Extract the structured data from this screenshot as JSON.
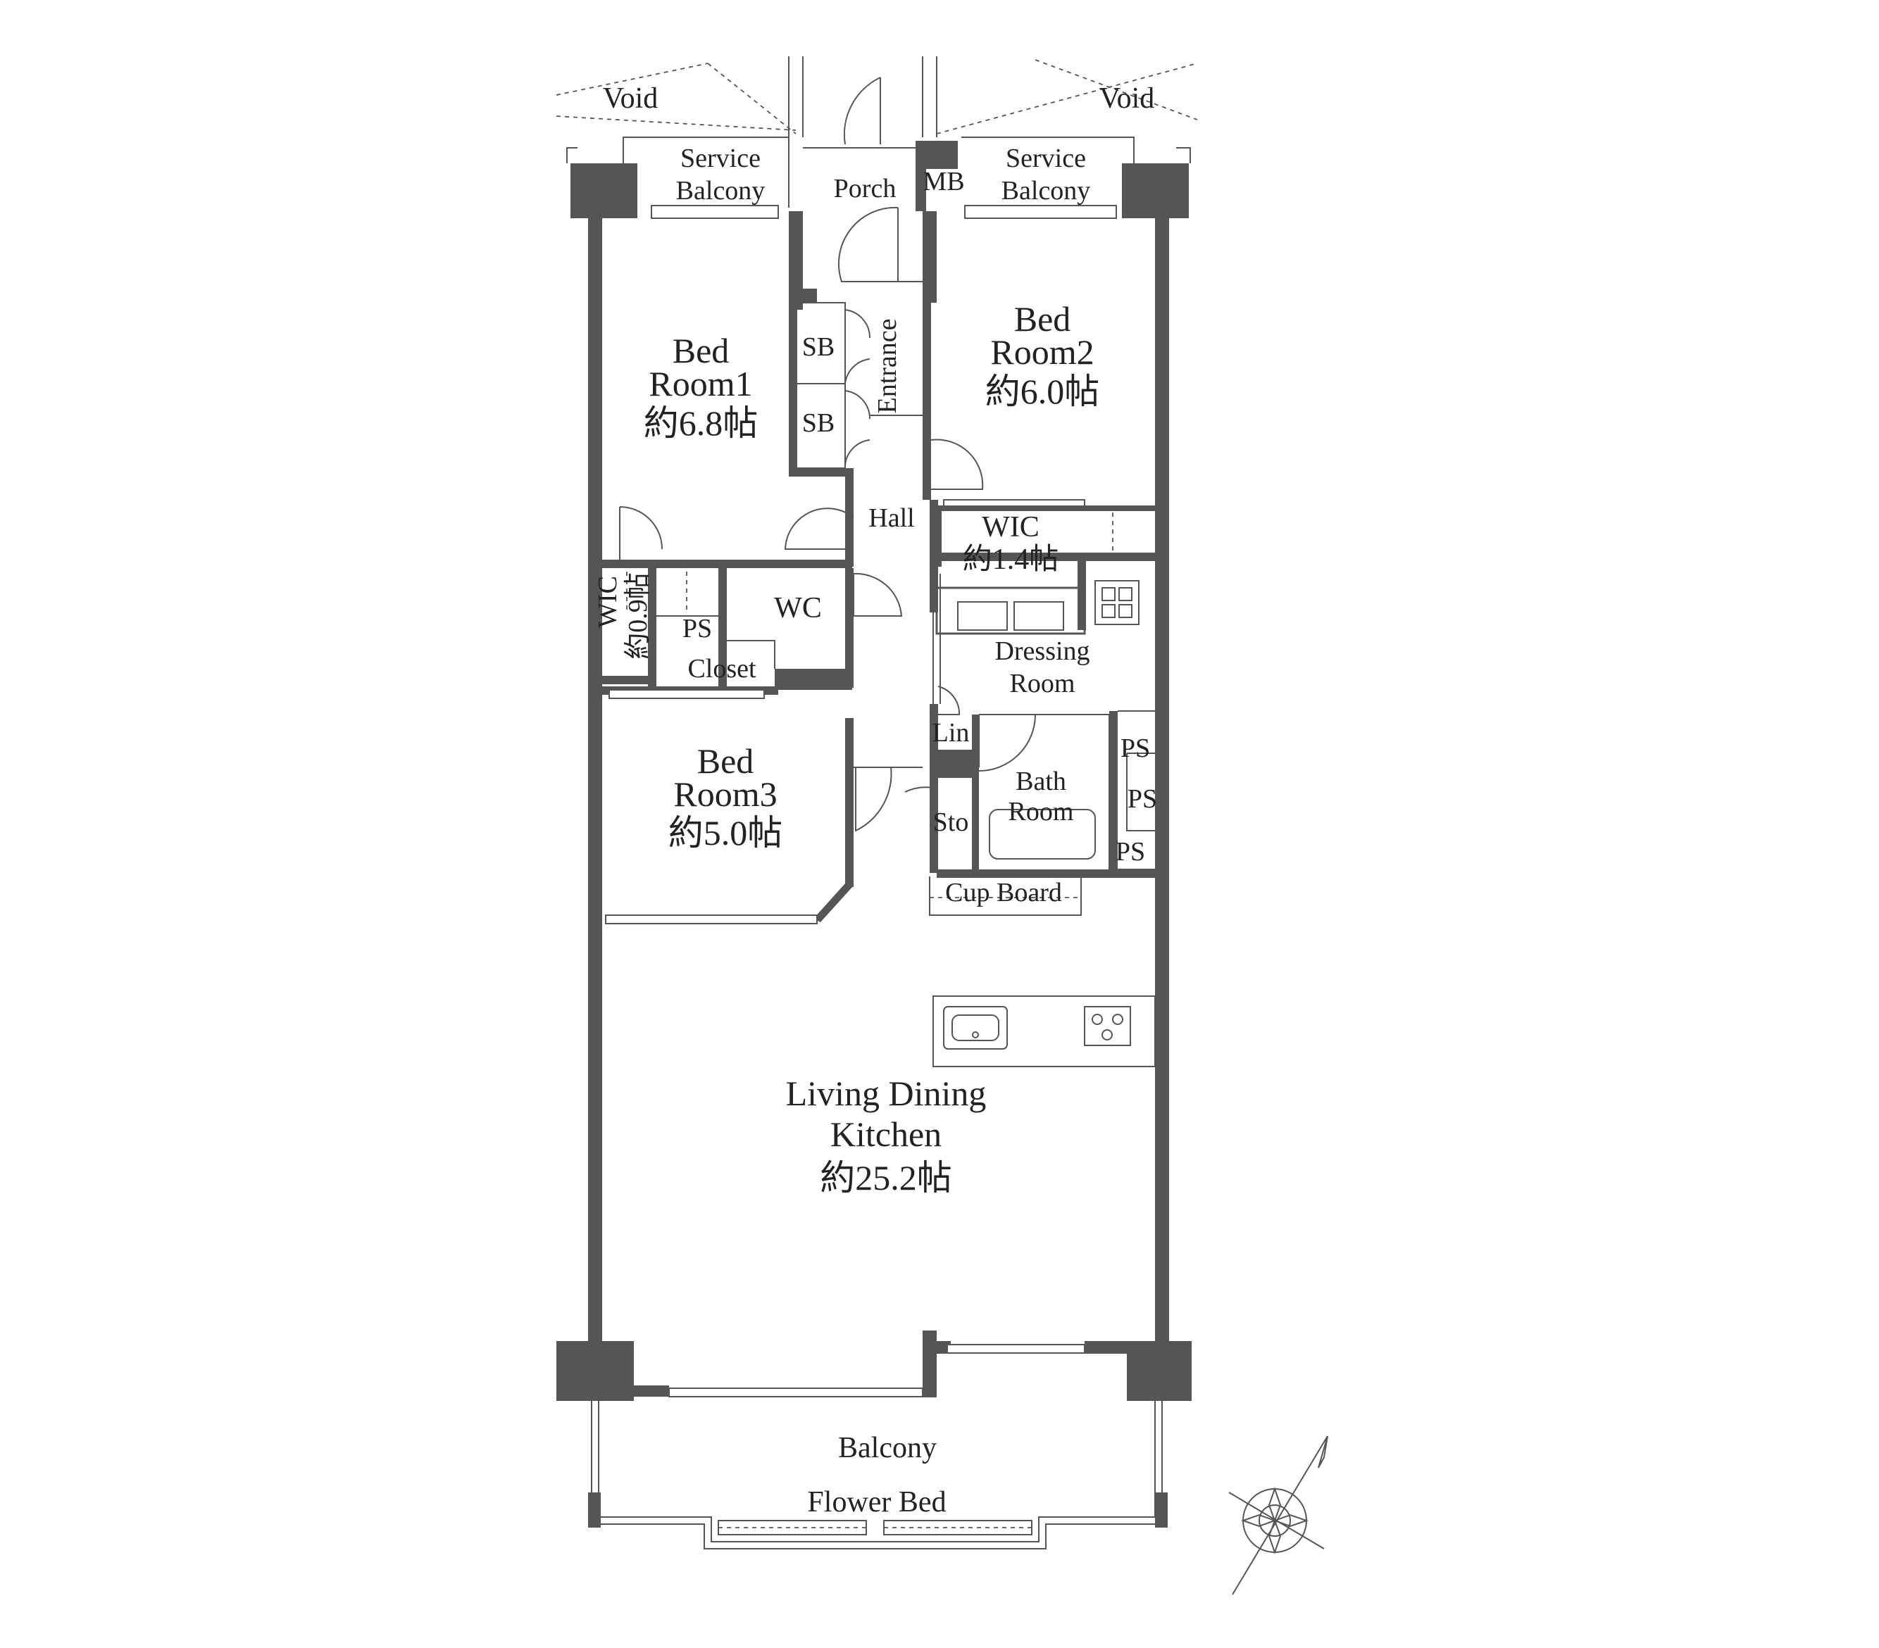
{
  "labels": {
    "void_left": "Void",
    "void_right": "Void",
    "service_balcony": [
      "Service",
      "Balcony"
    ],
    "porch": "Porch",
    "mb": "MB",
    "bedroom1": [
      "Bed",
      "Room1",
      "約6.8帖"
    ],
    "bedroom2": [
      "Bed",
      "Room2",
      "約6.0帖"
    ],
    "bedroom3": [
      "Bed",
      "Room3",
      "約5.0帖"
    ],
    "sb": "SB",
    "entrance": "Entrance",
    "hall": "Hall",
    "wic_large": [
      "WIC",
      "約1.4帖"
    ],
    "wic_small": [
      "WIC",
      "約0.9帖"
    ],
    "wc": "WC",
    "ps": "PS",
    "closet": "Closet",
    "dressing_room": [
      "Dressing",
      "Room"
    ],
    "lin": "Lin",
    "bath_room": [
      "Bath",
      "Room"
    ],
    "sto": "Sto",
    "cup_board": "Cup Board",
    "ldk": [
      "Living Dining",
      "Kitchen",
      "約25.2帖"
    ],
    "balcony": "Balcony",
    "flower_bed": "Flower Bed"
  },
  "colors": {
    "wall": "#555555",
    "text": "#222222",
    "background": "#ffffff"
  },
  "icons": [
    "compass-rose-icon",
    "toilet-icon",
    "sink-icon",
    "stove-icon",
    "washer-icon",
    "bathtub-icon"
  ]
}
